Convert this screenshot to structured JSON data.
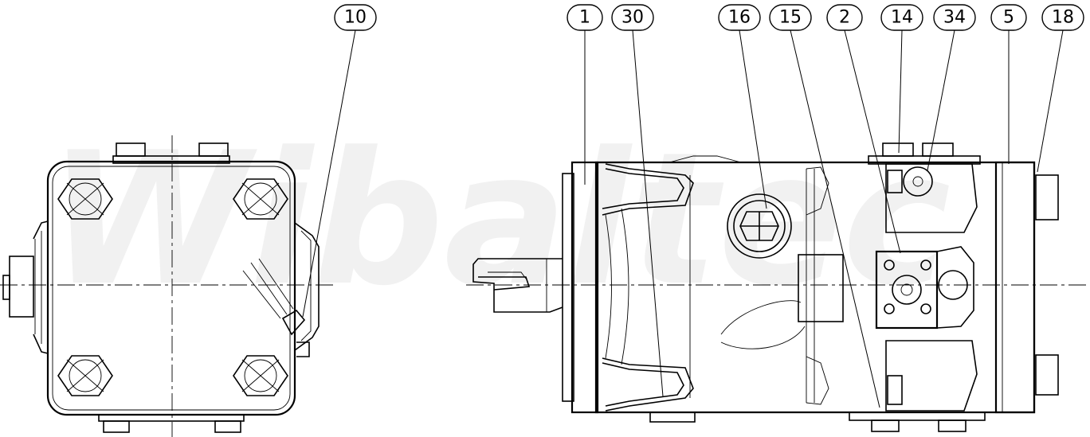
{
  "watermark": "Wibaltec",
  "callouts": [
    {
      "id": "10",
      "label": "10"
    },
    {
      "id": "1",
      "label": "1"
    },
    {
      "id": "30",
      "label": "30"
    },
    {
      "id": "16",
      "label": "16"
    },
    {
      "id": "15",
      "label": "15"
    },
    {
      "id": "2",
      "label": "2"
    },
    {
      "id": "14",
      "label": "14"
    },
    {
      "id": "34",
      "label": "34"
    },
    {
      "id": "5",
      "label": "5"
    },
    {
      "id": "18",
      "label": "18"
    }
  ]
}
